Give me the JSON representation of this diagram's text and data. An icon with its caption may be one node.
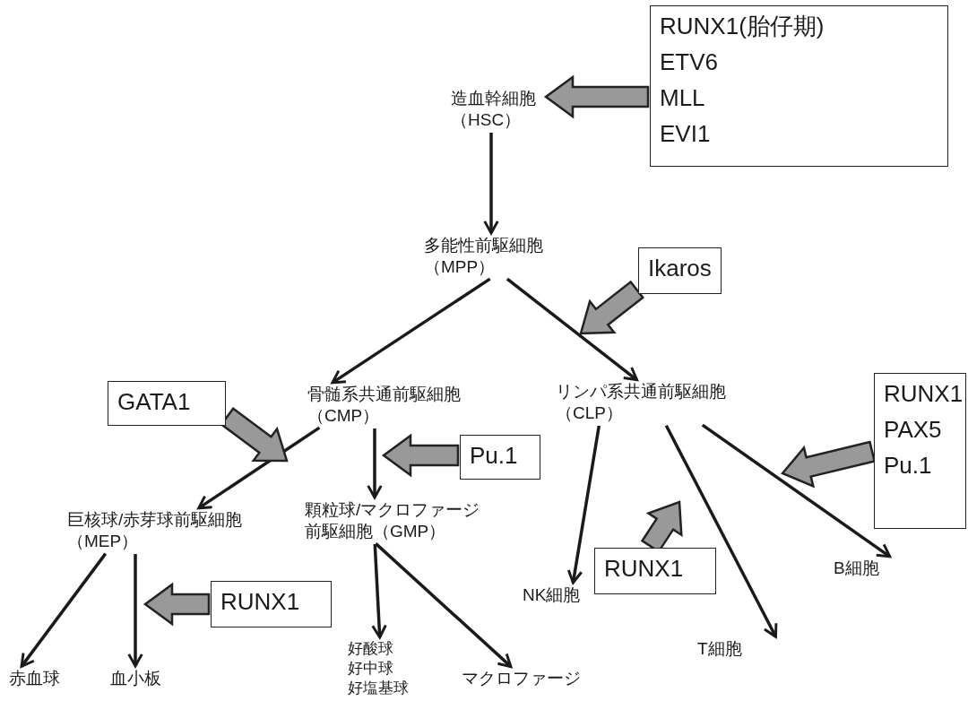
{
  "diagram": {
    "nodes": [
      {
        "text": [
          "造血幹細胞（HSC）"
        ]
      },
      {
        "text": [
          "RUNX1(胎仔期)",
          "ETV6",
          "MLL",
          "EVI1"
        ]
      },
      {
        "text": [
          "多能性前駆細胞（MPP）"
        ]
      },
      {
        "text": [
          "Ikaros"
        ]
      },
      {
        "text": [
          "骨髄系共通前駆細胞（CMP）"
        ]
      },
      {
        "text": [
          "リンパ系共通前駆細胞（CLP）"
        ]
      },
      {
        "text": [
          "GATA1"
        ]
      },
      {
        "text": [
          "Pu.1"
        ]
      },
      {
        "text": [
          "巨核球/赤芽球前駆細胞（MEP）"
        ]
      },
      {
        "text": [
          "顆粒球/マクロファージ前駆細胞（GMP）"
        ]
      },
      {
        "text": [
          "RUNX1",
          "PAX5",
          "Pu.1"
        ]
      },
      {
        "text": [
          "NK細胞"
        ]
      },
      {
        "text": [
          "RUNX1"
        ]
      },
      {
        "text": [
          "T細胞"
        ]
      },
      {
        "text": [
          "B細胞"
        ]
      },
      {
        "text": [
          "RUNX1"
        ]
      },
      {
        "text": [
          "赤血球"
        ]
      },
      {
        "text": [
          "血小板"
        ]
      },
      {
        "text": [
          "好酸球",
          "好中球",
          "好塩基球"
        ]
      },
      {
        "text": [
          "マクロファージ"
        ]
      }
    ],
    "edges": [
      {
        "from": 0,
        "to": 2,
        "arrow": "to"
      },
      {
        "from": 2,
        "to": 4,
        "arrow": "to"
      },
      {
        "from": 2,
        "to": 5,
        "arrow": "to"
      },
      {
        "from": 4,
        "to": 8,
        "arrow": "to"
      },
      {
        "from": 4,
        "to": 9,
        "arrow": "to"
      },
      {
        "from": 5,
        "to": 11,
        "arrow": "to"
      },
      {
        "from": 5,
        "to": 13,
        "arrow": "to"
      },
      {
        "from": 5,
        "to": 14,
        "arrow": "to"
      },
      {
        "from": 8,
        "to": 16,
        "arrow": "to"
      },
      {
        "from": 8,
        "to": 17,
        "arrow": "to"
      },
      {
        "from": 9,
        "to": 18,
        "arrow": "to"
      },
      {
        "from": 9,
        "to": 19,
        "arrow": "to"
      },
      {
        "from": 1,
        "to": 0,
        "arrow": "to",
        "style": "thick",
        "color": "#999999"
      },
      {
        "from": 3,
        "to": null,
        "arrow": "to",
        "style": "thick",
        "color": "#999999"
      },
      {
        "from": 6,
        "to": null,
        "arrow": "to",
        "style": "thick",
        "color": "#999999"
      },
      {
        "from": 7,
        "to": null,
        "arrow": "to",
        "style": "thick",
        "color": "#999999"
      },
      {
        "from": 10,
        "to": null,
        "arrow": "to",
        "style": "thick",
        "color": "#999999"
      },
      {
        "from": 12,
        "to": null,
        "arrow": "to",
        "style": "thick",
        "color": "#999999"
      },
      {
        "from": 15,
        "to": null,
        "arrow": "to",
        "style": "thick",
        "color": "#999999"
      }
    ]
  }
}
